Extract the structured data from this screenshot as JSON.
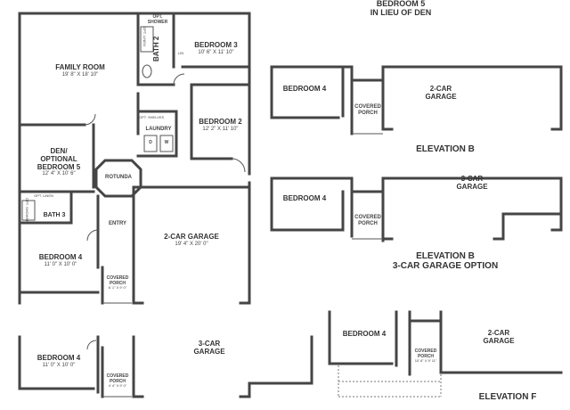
{
  "header": {
    "bedroom5_line1": "BEDROOM 5",
    "bedroom5_line2": "IN LIEU OF DEN"
  },
  "main_plan": {
    "family_room": {
      "name": "FAMILY ROOM",
      "dims": "19' 8\" X 18' 10\""
    },
    "bedroom3": {
      "name": "BEDROOM 3",
      "dims": "10' 6\" X 11' 10\""
    },
    "bath2": "BATH 2",
    "opt_shower_top": "OPT. SHOWER",
    "linen": "LIN",
    "opt_linen": "OPT. LINEN",
    "bedroom2": {
      "name": "BEDROOM 2",
      "dims": "12' 2\" X 11' 10\""
    },
    "laundry": "LAUNDRY",
    "opt_shelves": "OPT. SHELVES",
    "dryer": "D",
    "washer": "W",
    "den": {
      "line1": "DEN/",
      "line2": "OPTIONAL",
      "line3": "BEDROOM 5",
      "dims": "12' 4\" X 10' 6\""
    },
    "rotunda": "ROTUNDA",
    "bath3": "BATH 3",
    "opt_shower_bath3": "OPT. SHOWER",
    "opt_linen_bath3": "OPT. LINEN",
    "entry": "ENTRY",
    "garage": {
      "name": "2-CAR GARAGE",
      "dims": "19' 4\" X 20' 0\""
    },
    "bedroom4": {
      "name": "BEDROOM 4",
      "dims": "11' 0\" X 10' 0\""
    },
    "porch": {
      "name": "COVERED PORCH",
      "dims": "6' 1\" X 9' 0\""
    }
  },
  "elevation_b": {
    "title": "ELEVATION B",
    "bedroom4": "BEDROOM 4",
    "porch": "COVERED PORCH",
    "garage": "2-CAR GARAGE"
  },
  "elevation_b3": {
    "title_line1": "ELEVATION B",
    "title_line2": "3-CAR GARAGE OPTION",
    "bedroom4": "BEDROOM 4",
    "porch": "COVERED PORCH",
    "garage": "3-CAR GARAGE"
  },
  "bottom_left": {
    "bedroom4": {
      "name": "BEDROOM 4",
      "dims": "11' 0\" X 10' 0\""
    },
    "porch": {
      "name": "COVERED PORCH",
      "dims": "4' 4\" X 9' 0\""
    },
    "garage": "3-CAR GARAGE"
  },
  "elevation_f": {
    "title": "ELEVATION F",
    "bedroom4": "BEDROOM 4",
    "porch": {
      "name": "COVERED PORCH",
      "dims": "10' 6\" X 9' 11\""
    },
    "garage": "2-CAR GARAGE"
  }
}
